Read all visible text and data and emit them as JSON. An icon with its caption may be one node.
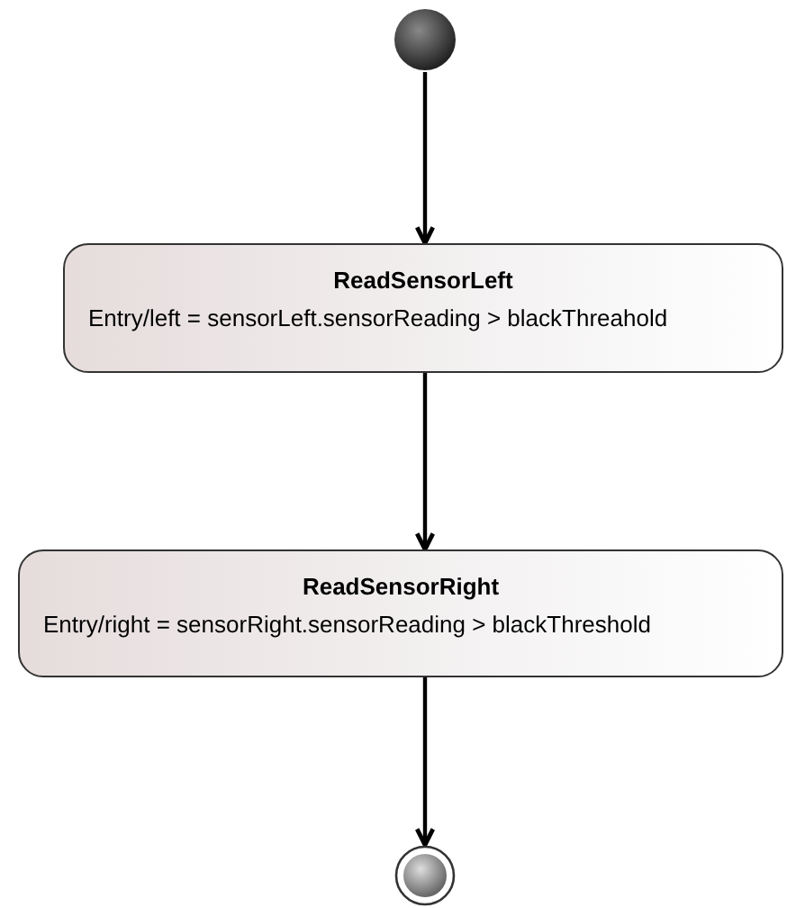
{
  "diagram": {
    "nodes": [
      {
        "text": [],
        "shape": "circle"
      },
      {
        "text": [
          "ReadSensorLeft",
          "Entry/left = sensorLeft.sensorReading > blackThreahold"
        ]
      },
      {
        "text": [
          "ReadSensorRight",
          "Entry/right = sensorRight.sensorReading > blackThreshold"
        ]
      },
      {
        "text": [],
        "shape": "circle"
      }
    ],
    "edges": [
      {
        "from": 0,
        "to": 1,
        "arrow": "to"
      },
      {
        "from": 1,
        "to": 2,
        "arrow": "to"
      },
      {
        "from": 2,
        "to": 3,
        "arrow": "to"
      }
    ]
  }
}
